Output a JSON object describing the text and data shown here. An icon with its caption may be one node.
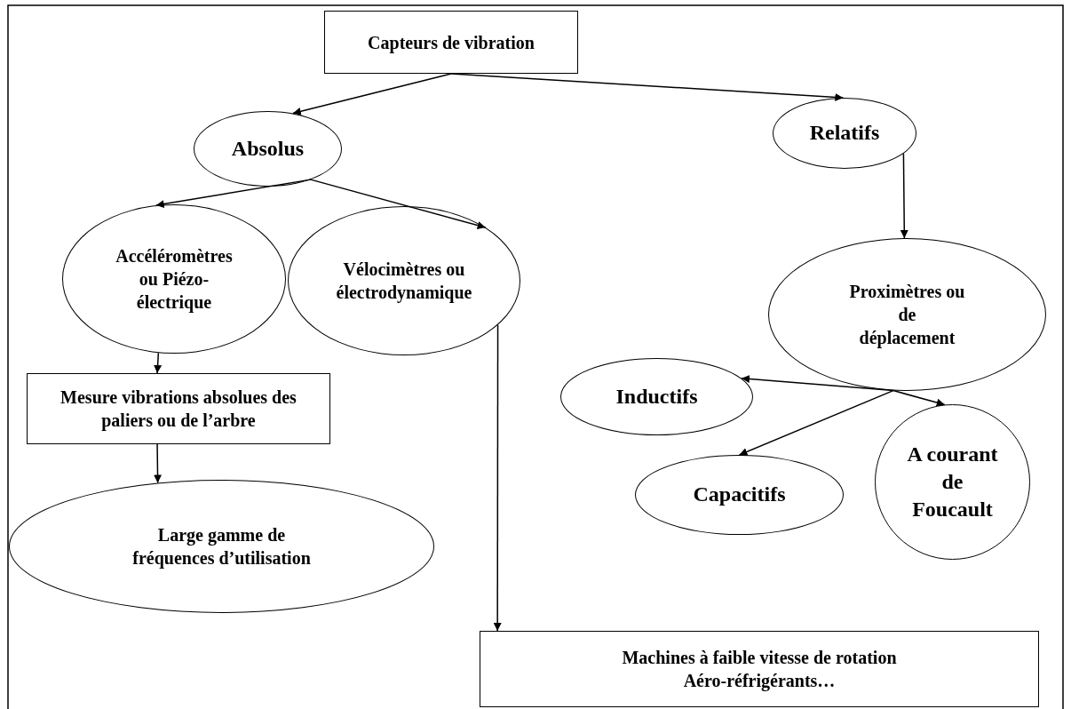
{
  "diagram": {
    "nodes": [
      {
        "text": [
          "Capteurs de vibration"
        ]
      },
      {
        "text": [
          "Absolus"
        ]
      },
      {
        "text": [
          "Relatifs"
        ]
      },
      {
        "text": [
          "Accéléromètres ou Piézo-électrique"
        ]
      },
      {
        "text": [
          "Vélocimètres ou électrodynamique"
        ]
      },
      {
        "text": [
          "Proximètres ou de déplacement"
        ]
      },
      {
        "text": [
          "Mesure vibrations absolues des paliers ou de l’arbre"
        ]
      },
      {
        "text": [
          "Inductifs"
        ]
      },
      {
        "text": [
          "A courant de Foucault"
        ]
      },
      {
        "text": [
          "Large gamme de fréquences d’utilisation"
        ]
      },
      {
        "text": [
          "Capacitifs"
        ]
      },
      {
        "text": [
          "Machines à faible vitesse de rotation Aéro-réfrigérants…"
        ]
      }
    ],
    "edges": [
      {
        "from": 0,
        "to": 1,
        "arrow": "to"
      },
      {
        "from": 0,
        "to": 2,
        "arrow": "to"
      },
      {
        "from": 1,
        "to": 3,
        "arrow": "to"
      },
      {
        "from": 1,
        "to": 4,
        "arrow": "to"
      },
      {
        "from": 2,
        "to": 5,
        "arrow": "to"
      },
      {
        "from": 3,
        "to": 6,
        "arrow": "to"
      },
      {
        "from": 6,
        "to": 9,
        "arrow": "to"
      },
      {
        "from": 4,
        "to": 11,
        "arrow": "to"
      },
      {
        "from": 5,
        "to": 7,
        "arrow": "to"
      },
      {
        "from": 5,
        "to": 10,
        "arrow": "to"
      },
      {
        "from": 5,
        "to": 8,
        "arrow": "to"
      }
    ]
  }
}
